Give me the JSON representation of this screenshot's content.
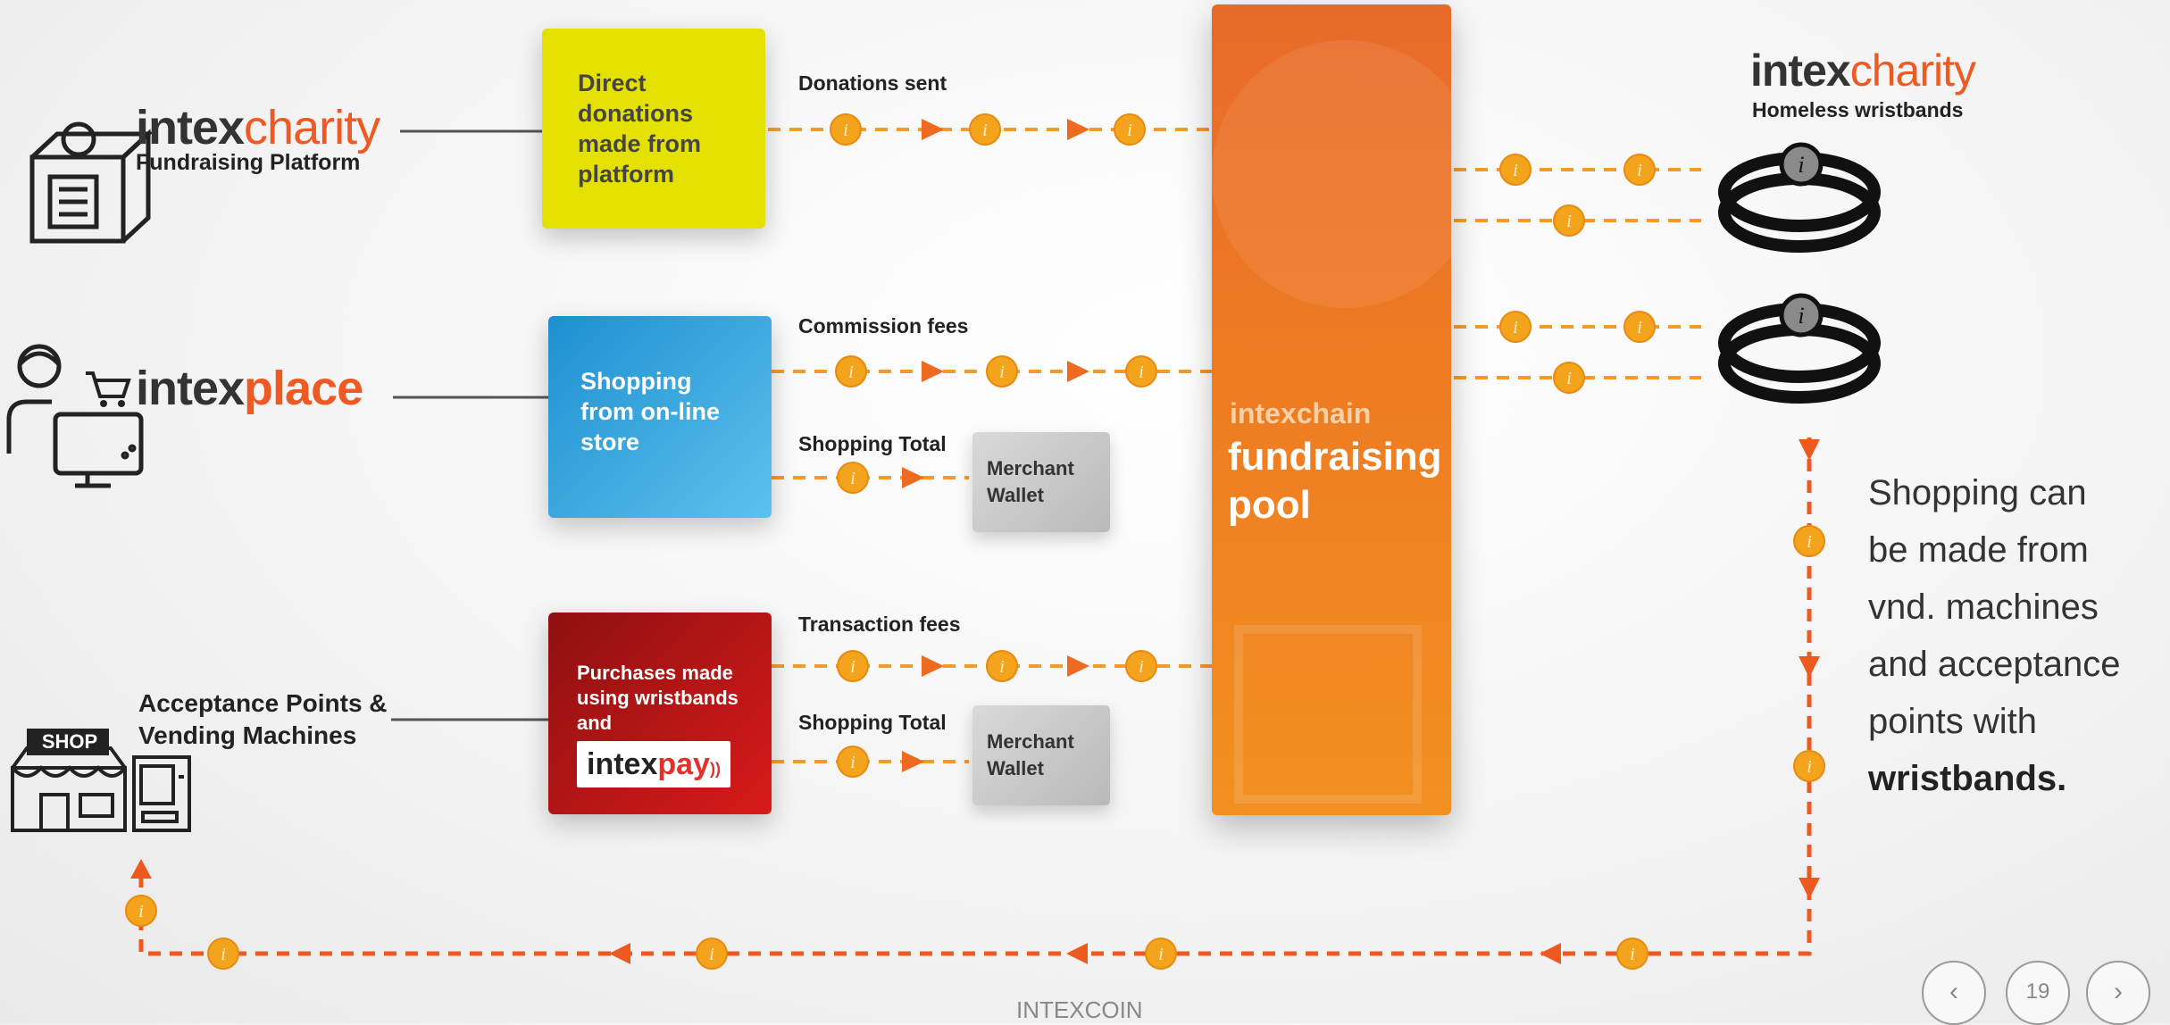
{
  "sources": {
    "charity": {
      "brand_dark": "intex",
      "brand_orange": "charity",
      "subtitle": "Fundraising Platform"
    },
    "place": {
      "brand_dark": "intex",
      "brand_orange": "place"
    },
    "shop": {
      "title_line1": "Acceptance Points &",
      "title_line2": "Vending Machines",
      "shop_sign": "SHOP"
    }
  },
  "boxes": {
    "direct": {
      "lines": [
        "Direct",
        "donations",
        "made from",
        "platform"
      ],
      "color": "#e4e000"
    },
    "online": {
      "lines": [
        "Shopping",
        "from on-line",
        "store"
      ],
      "color": "#2ea3dc"
    },
    "wrist": {
      "lines": [
        "Purchases made",
        "using wristbands",
        "and"
      ],
      "pay_dark": "intex",
      "pay_orange": "pay",
      "color": "#c71516"
    }
  },
  "flows": {
    "donations": "Donations sent",
    "commission": "Commission fees",
    "shopping_total_1": "Shopping Total",
    "transaction": "Transaction fees",
    "shopping_total_2": "Shopping Total"
  },
  "wallets": {
    "online": {
      "line1": "Merchant",
      "line2": "Wallet"
    },
    "wrist": {
      "line1": "Merchant",
      "line2": "Wallet"
    }
  },
  "pool": {
    "chain": "intexchain",
    "line1": "fundraising",
    "line2": "pool",
    "color": "#ee7b22"
  },
  "target": {
    "brand_dark": "intex",
    "brand_orange": "charity",
    "subtitle": "Homeless wristbands"
  },
  "side_note": {
    "line1": "Shopping can",
    "line2": "be made from",
    "line3": "vnd. machines",
    "line4": "and acceptance",
    "line5": "points with",
    "bold": "wristbands."
  },
  "footer": {
    "text": "INTEXCOIN",
    "page": "19"
  },
  "colors": {
    "accent": "#ee5a24",
    "coin": "#f4a31c",
    "flow": "#f39a2a",
    "return": "#ec5a1f"
  }
}
